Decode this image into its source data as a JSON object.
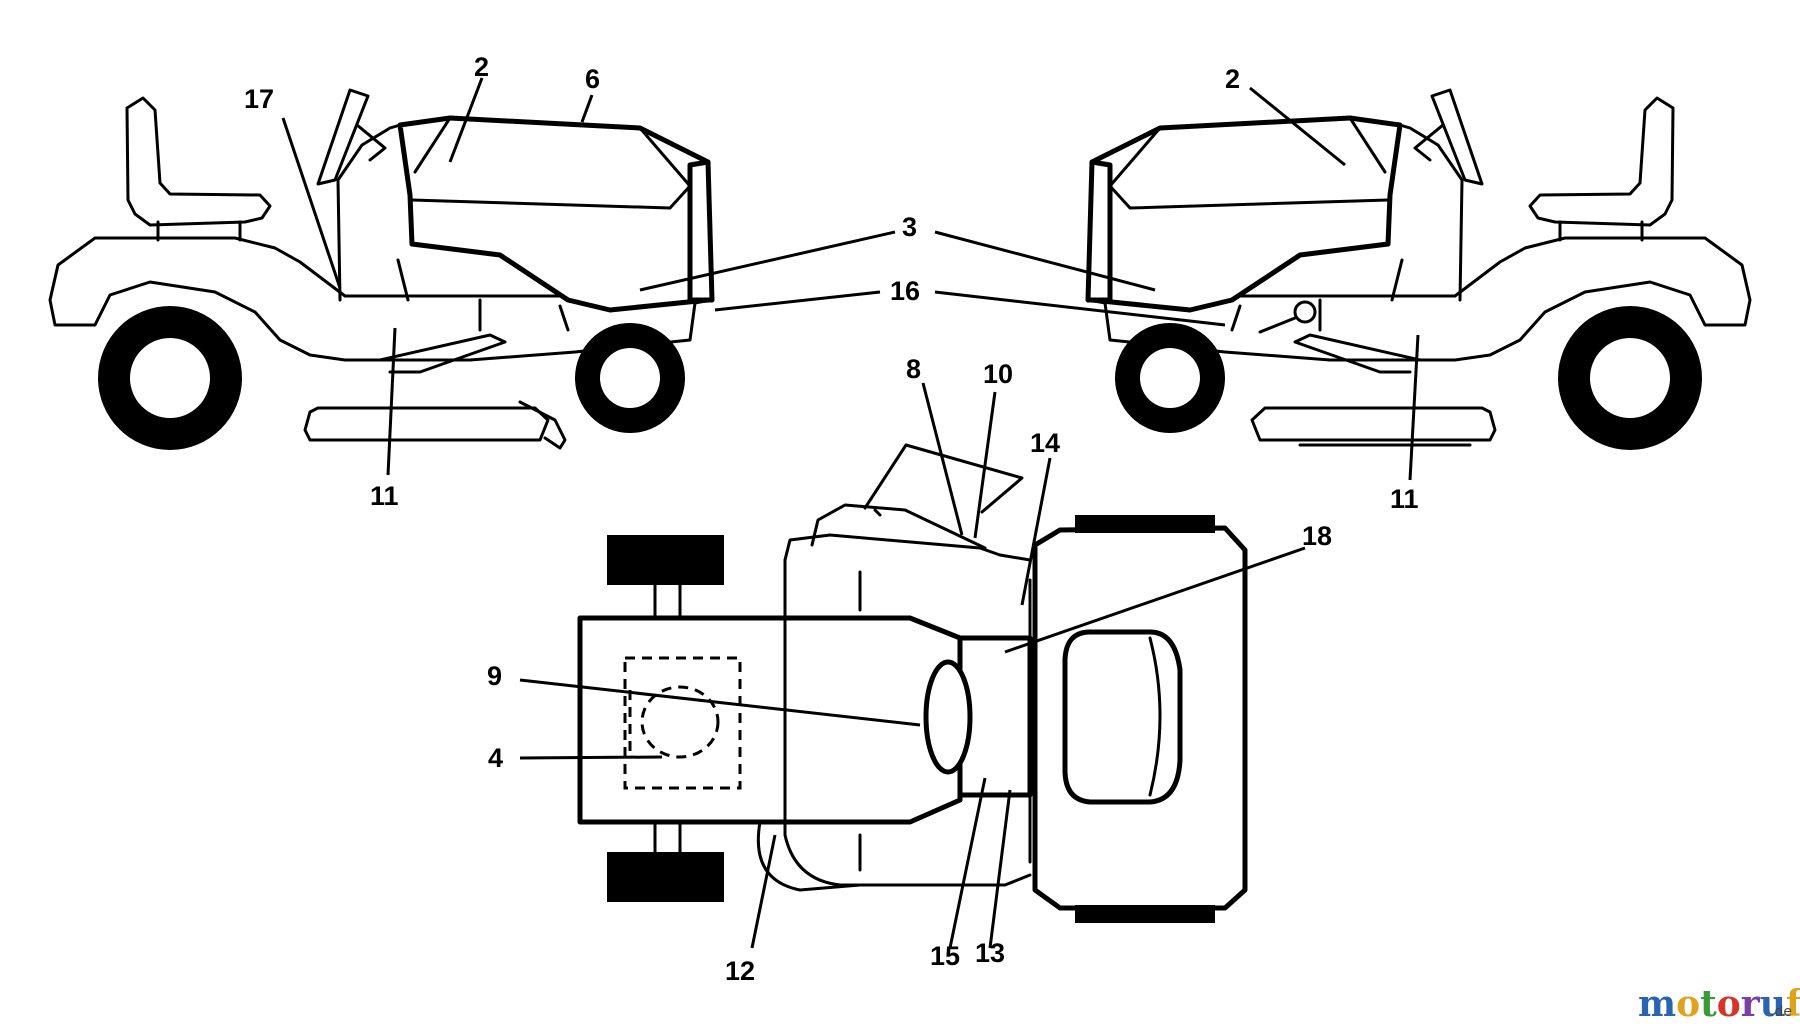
{
  "callouts": {
    "left_17": "17",
    "left_2": "2",
    "left_6": "6",
    "left_11": "11",
    "center_3": "3",
    "center_16": "16",
    "right_2": "2",
    "right_11": "11",
    "top_8": "8",
    "top_10": "10",
    "top_14": "14",
    "top_18": "18",
    "top_9": "9",
    "top_4": "4",
    "top_12": "12",
    "top_15": "15",
    "top_13": "13"
  },
  "watermark": {
    "letters": [
      "m",
      "o",
      "t",
      "o",
      "r",
      "u",
      "f"
    ],
    "letter_colors": [
      "#2b63b3",
      "#e0a21b",
      "#3a9a3a",
      "#d6332b",
      "#7a3fa0",
      "#2b63b3",
      "#e0a21b"
    ],
    "suffix": ".de"
  }
}
